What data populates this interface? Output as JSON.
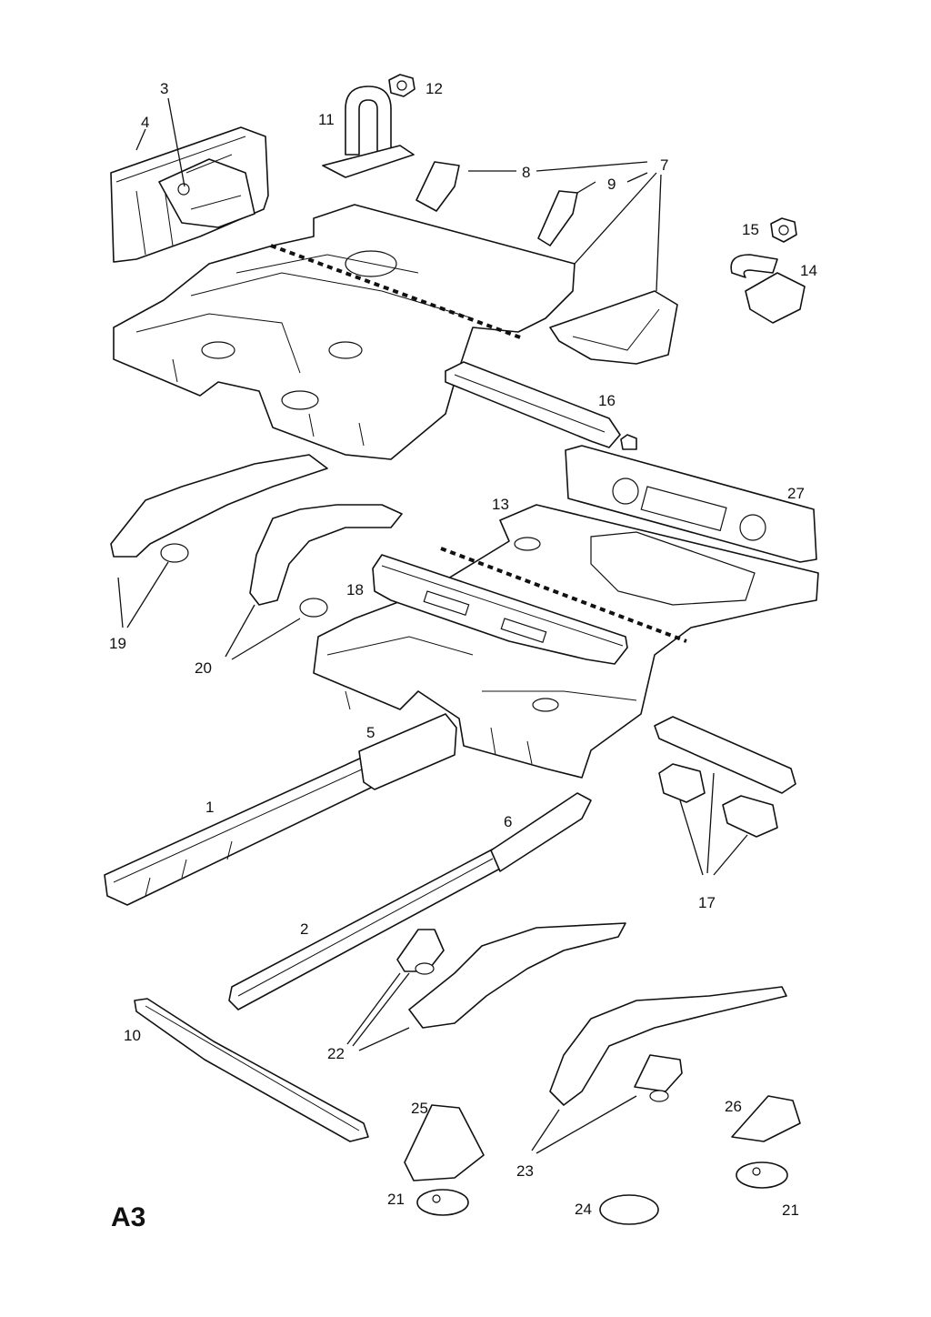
{
  "page": {
    "label": "A3"
  },
  "callouts": {
    "c1": "1",
    "c2": "2",
    "c3": "3",
    "c4": "4",
    "c5": "5",
    "c6": "6",
    "c7": "7",
    "c8": "8",
    "c9": "9",
    "c10": "10",
    "c11": "11",
    "c12": "12",
    "c13": "13",
    "c14": "14",
    "c15": "15",
    "c16": "16",
    "c17": "17",
    "c18": "18",
    "c19": "19",
    "c20": "20",
    "c21a": "21",
    "c21b": "21",
    "c22": "22",
    "c23": "23",
    "c24": "24",
    "c25": "25",
    "c26": "26",
    "c27": "27"
  }
}
